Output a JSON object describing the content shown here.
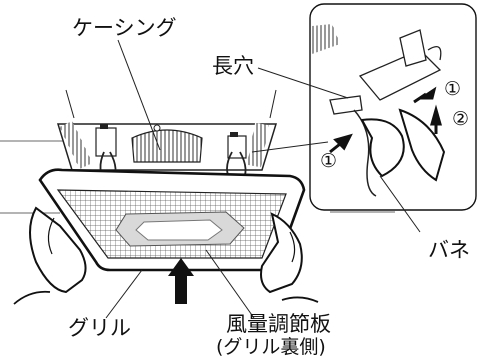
{
  "labels": {
    "casing": "ケーシング",
    "slot": "長穴",
    "spring": "バネ",
    "grille": "グリル",
    "damper_line1": "風量調節板",
    "damper_line2": "(グリル裏側)"
  },
  "step_markers": {
    "step1": "①",
    "step2": "②"
  }
}
